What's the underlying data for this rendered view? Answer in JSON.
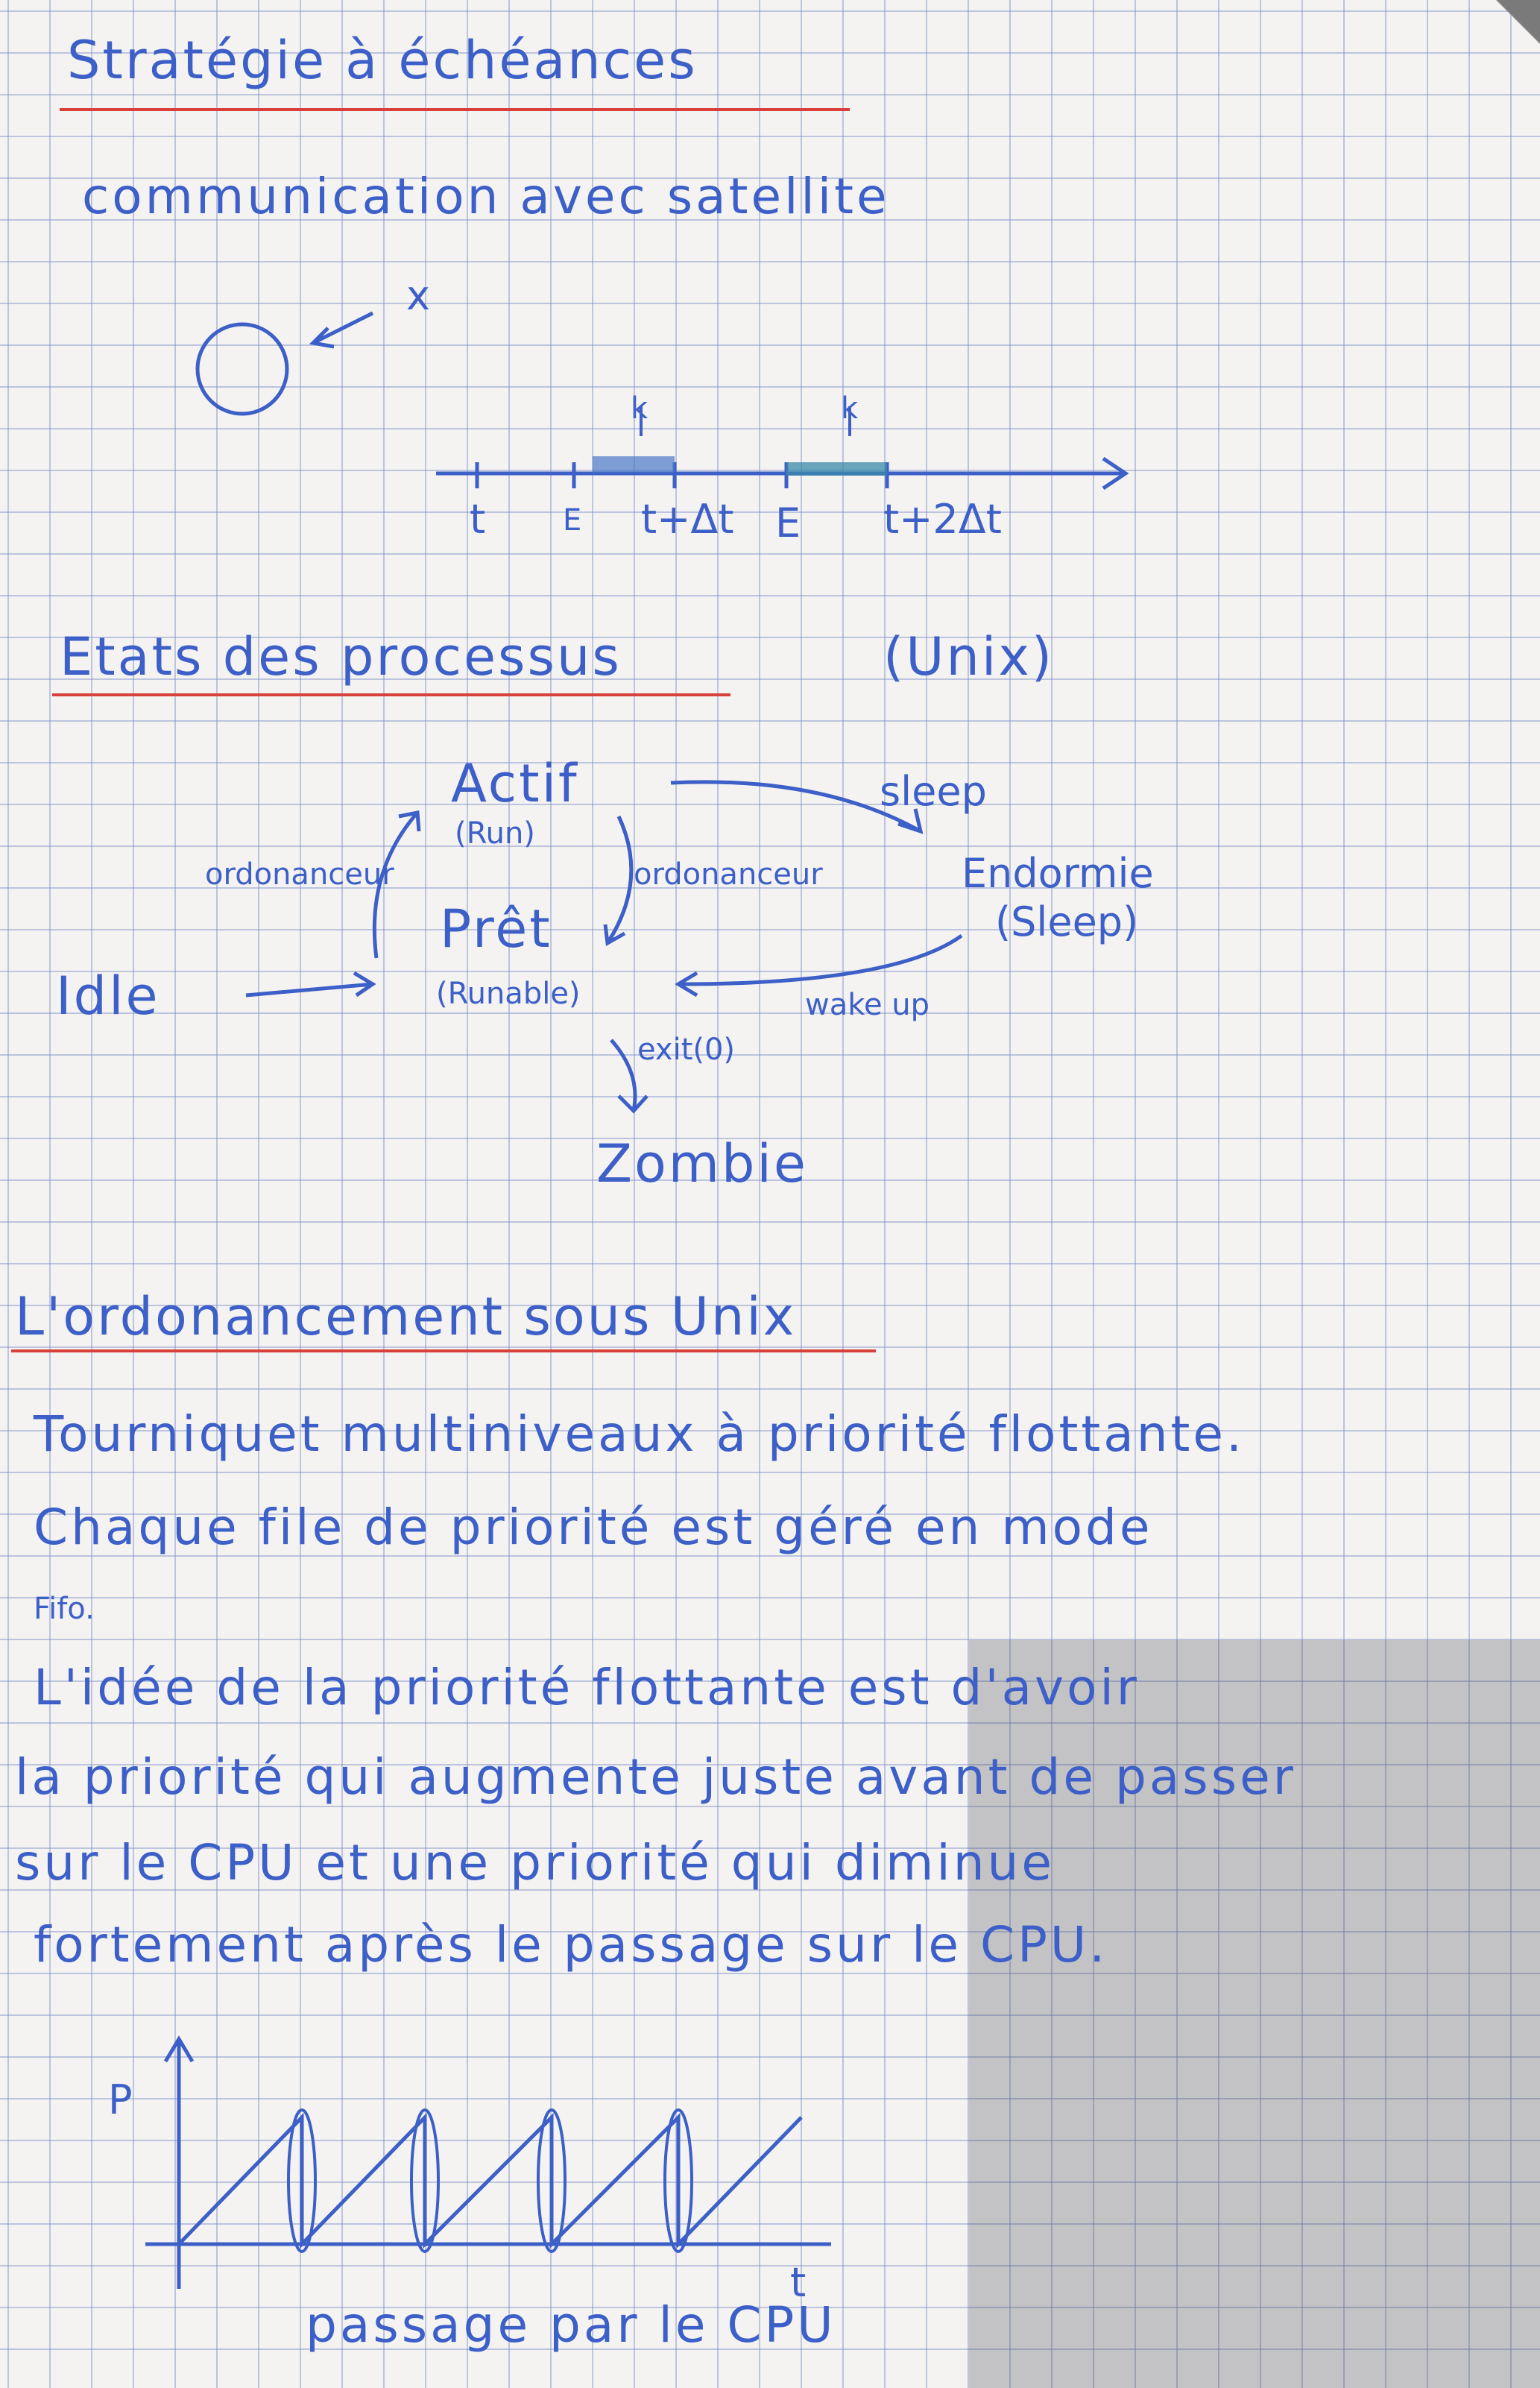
{
  "section1": {
    "title": "Stratégie à échéances",
    "subtitle": "communication avec satellite",
    "cross_label": "x",
    "timeline": {
      "labels": [
        "t",
        "E",
        "t+Δt",
        "E",
        "t+2Δt"
      ],
      "marks": [
        "k",
        "k"
      ]
    }
  },
  "section2": {
    "title": "Etats des processus",
    "unix_note": "(Unix)",
    "states": {
      "actif": "Actif",
      "actif_sub": "(Run)",
      "pret": "Prêt",
      "pret_sub": "(Runable)",
      "endormie": "Endormie",
      "endormie_sub": "(Sleep)",
      "idle": "Idle",
      "zombie": "Zombie"
    },
    "transitions": {
      "sleep": "sleep",
      "wake_up": "wake up",
      "ordonanceur_left": "ordonanceur",
      "ordonanceur_mid": "ordonanceur",
      "exit": "exit(0)"
    }
  },
  "section3": {
    "title": "L'ordonancement sous Unix",
    "lines": [
      "Tourniquet multiniveaux à priorité flottante.",
      "Chaque file de priorité est géré en mode",
      "Fifo.",
      "L'idée de la priorité flottante est d'avoir",
      "la priorité qui augmente juste avant de passer",
      "sur le CPU et une priorité qui diminue",
      "fortement après le passage sur le CPU."
    ],
    "graph": {
      "ylabel": "P",
      "xlabel": "t",
      "caption": "passage par le CPU"
    }
  }
}
